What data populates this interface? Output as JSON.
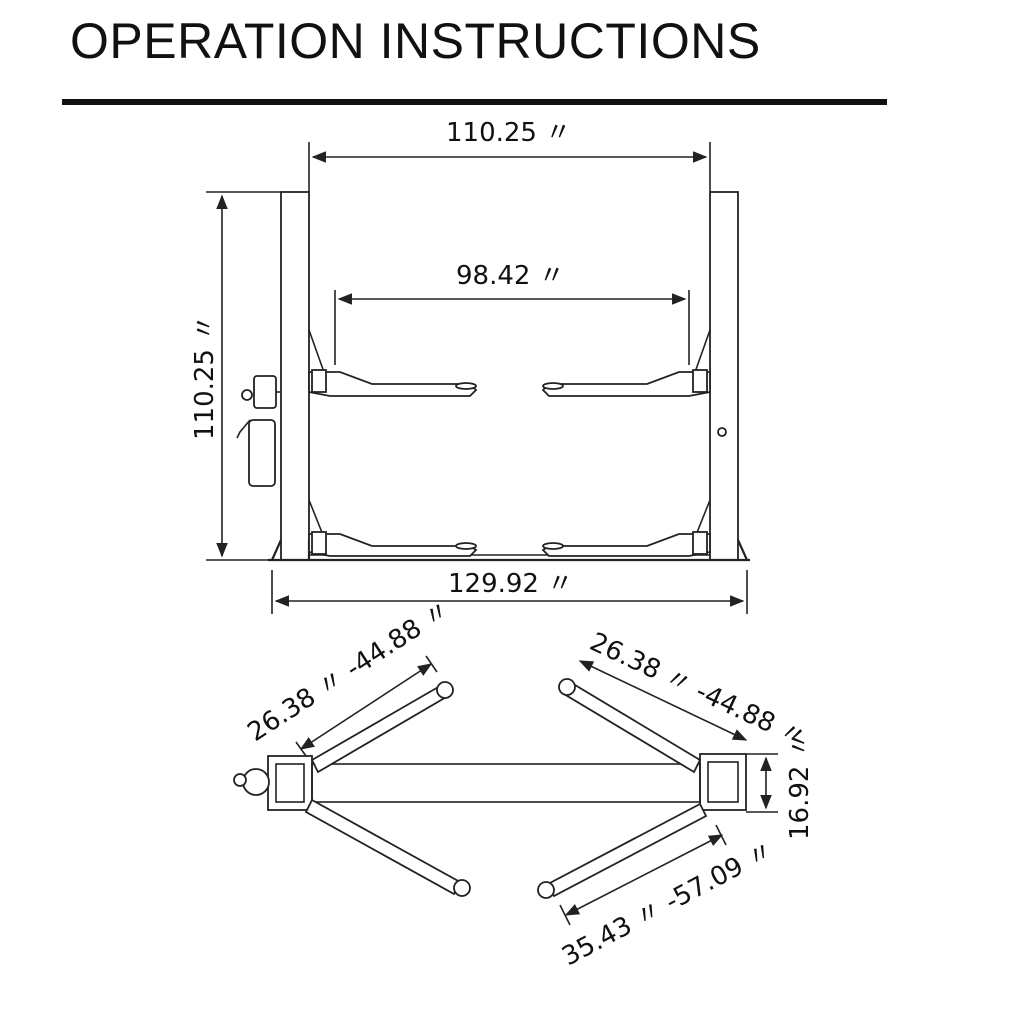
{
  "header": {
    "title": "OPERATION INSTRUCTIONS"
  },
  "front_view": {
    "overall_height_label": "110.25 〃",
    "inner_width_label": "110.25 〃",
    "arm_span_label": "98.42 〃",
    "base_width_label": "129.92 〃"
  },
  "top_view": {
    "left_front_arm_label": "26.38 〃 -44.88 〃",
    "right_front_arm_label": "26.38 〃 -44.88 〃",
    "rear_arm_label": "35.43 〃 -57.09 〃",
    "column_depth_label": "16.92 〃"
  },
  "colors": {
    "line": "#222222",
    "background": "#ffffff"
  }
}
